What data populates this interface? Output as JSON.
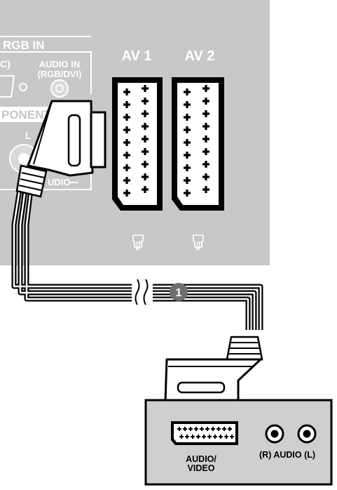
{
  "tv_panel": {
    "rgb_in_label": "RGB IN",
    "pc_label_fragment": "C)",
    "audio_in_line1": "AUDIO IN",
    "audio_in_line2": "(RGB/DVI)",
    "component_label_fragment": "PONENT",
    "component_l_label": "L",
    "audio_fragment": "UDIO",
    "av1_label": "AV 1",
    "av2_label": "AV 2"
  },
  "cable": {
    "step_number": "1"
  },
  "external_device": {
    "av_label_line1": "AUDIO/",
    "av_label_line2": "VIDEO",
    "audio_label": "(R) AUDIO (L)"
  },
  "colors": {
    "tv_panel_gray": "#c8c8c8",
    "device_panel_gray": "#cfcfcf",
    "scart_border": "#000000",
    "badge_fill": "#6e6e6e"
  }
}
